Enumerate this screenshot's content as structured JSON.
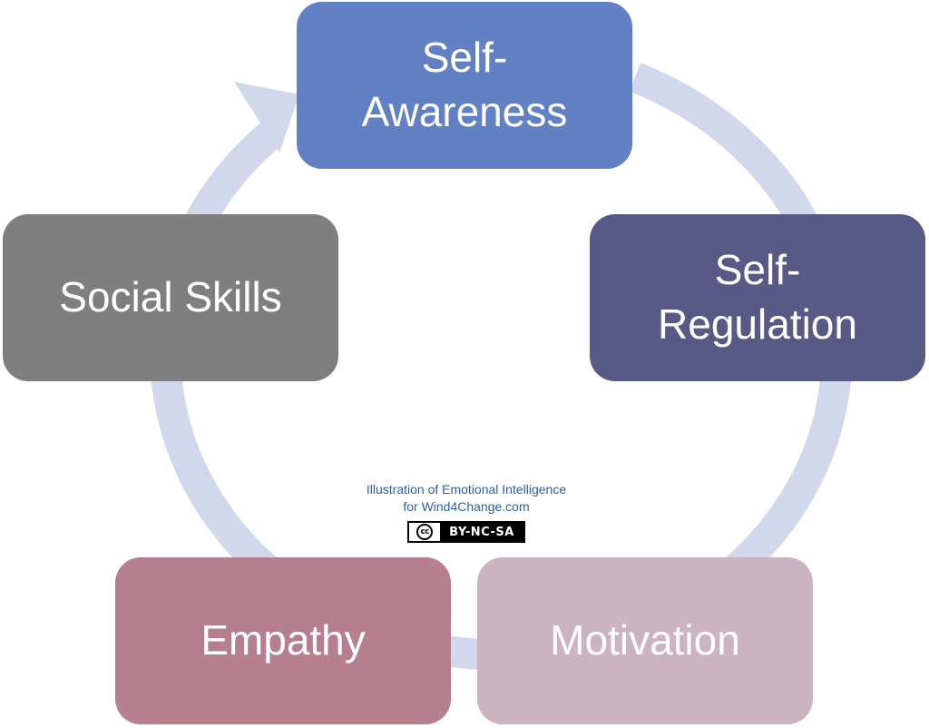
{
  "colors": {
    "ring": "#d2d8eb",
    "self_awareness": "#6281c4",
    "self_regulation": "#565a85",
    "motivation": "#cbb3bf",
    "empathy": "#b67f8f",
    "social_skills": "#7f7f7f",
    "credit_text": "#2e5fa6"
  },
  "nodes": {
    "self_awareness": "Self-\nAwareness",
    "self_regulation": "Self-\nRegulation",
    "motivation": "Motivation",
    "empathy": "Empathy",
    "social_skills": "Social Skills"
  },
  "credit": {
    "line1": "Illustration of Emotional Intelligence",
    "line2": "for Wind4Change.com",
    "license_icon": "cc",
    "license_terms": "BY-NC-SA"
  }
}
